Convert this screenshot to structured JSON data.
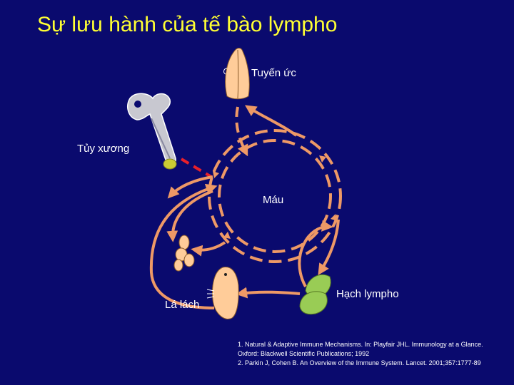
{
  "title": "Sự lưu hành của tế bào lympho",
  "labels": {
    "thymus": "Tuyến ức",
    "bone_marrow": "Tủy xương",
    "blood": "Máu",
    "spleen": "Lá lách",
    "lymph_node": "Hạch lympho"
  },
  "references": [
    "1. Natural & Adaptive Immune Mechanisms. In: Playfair JHL. Immunology at a Glance.",
    "Oxford: Blackwell Scientific Publications; 1992",
    "2. Parkin J, Cohen B. An Overview of the Immune System. Lancet. 2001;357:1777-89"
  ],
  "colors": {
    "background": "#0a0a6e",
    "title": "#ffff33",
    "flow_orange": "#ee9966",
    "marrow_red": "#e8202a",
    "organ_peach": "#ffcc99",
    "lymph_node_green": "#99cc55",
    "label_text": "#ffffff"
  },
  "icons": {
    "thymus": "thymus-organ-icon",
    "bone": "femur-bone-icon",
    "spleen": "spleen-organ-icon",
    "lymph_node": "lymph-node-icon",
    "cells": "lymphocyte-cluster-icon"
  }
}
